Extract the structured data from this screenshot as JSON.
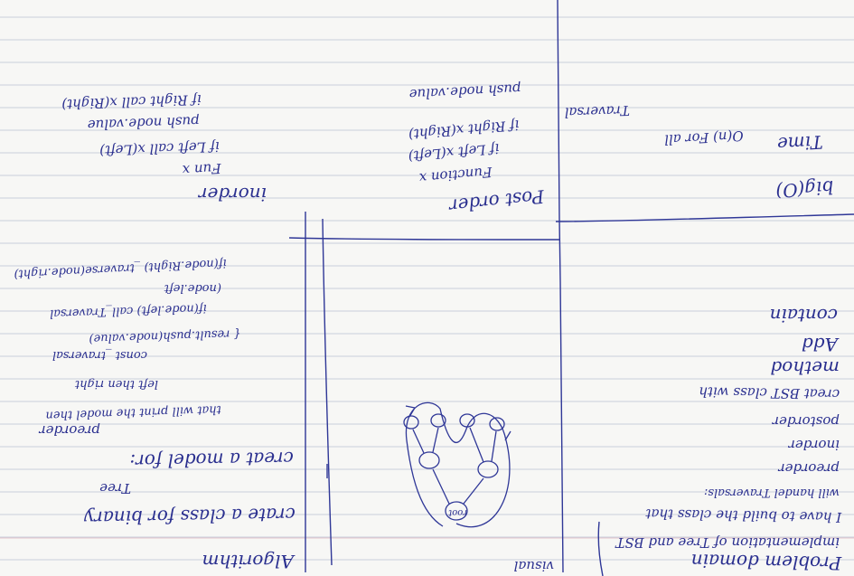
{
  "problem_domain": {
    "heading": "Problem domain",
    "lines": [
      "implementation of Tree and BST",
      "I have to build the class that",
      "will handel Traversals:",
      "preorder",
      "inorder",
      "postorder",
      "creat BST class with",
      "method",
      "Add",
      "contain"
    ]
  },
  "big_o": {
    "heading": "big(O)",
    "time": "Time",
    "time_value": "O(n) For all",
    "traversal": "Traversal"
  },
  "visual": {
    "heading": "visual",
    "root_label": "root"
  },
  "algorithm": {
    "heading": "Algorithm",
    "lines": [
      "crate a class for binary",
      "Tree",
      "creat a model for:",
      "preorder",
      "that will print the model then",
      "left then right",
      "const _traversal",
      "{ result.push(node.value)",
      "if(node.left) call_Traversal",
      "(node.left",
      "if(node.Right) _traverse(node.right)"
    ]
  },
  "postorder": {
    "heading": "Post order",
    "lines": [
      "Function x",
      "if Left x(Left)",
      "if Right x(Right)",
      "push node.value"
    ]
  },
  "inorder": {
    "heading": "inorder",
    "lines": [
      "Fun x",
      "if Left call x(Left)",
      "push node.value",
      "if Right call x(Right)"
    ]
  }
}
